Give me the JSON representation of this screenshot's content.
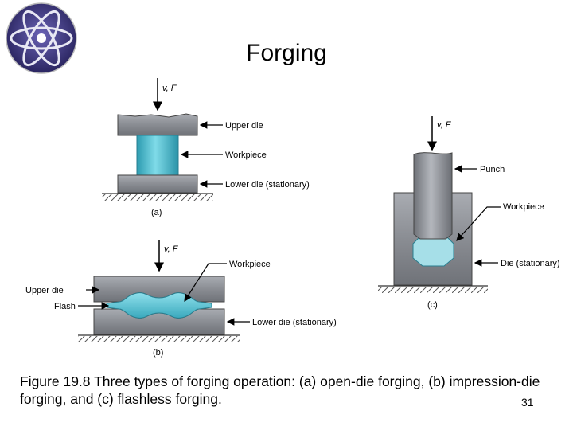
{
  "slide": {
    "title": "Forging",
    "logo_icon": "atom-icon",
    "caption": "Figure 19.8 Three types of forging operation: (a) open-die forging, (b) impression-die forging, and (c) flashless forging.",
    "slide_number": "31"
  },
  "diagram": {
    "a": {
      "force": "v, F",
      "upper_die": "Upper die",
      "workpiece": "Workpiece",
      "lower_die": "Lower die (stationary)",
      "sublabel": "(a)"
    },
    "b": {
      "force": "v, F",
      "workpiece": "Workpiece",
      "upper_die": "Upper die",
      "flash": "Flash",
      "lower_die": "Lower die (stationary)",
      "sublabel": "(b)"
    },
    "c": {
      "force": "v, F",
      "punch": "Punch",
      "workpiece": "Workpiece",
      "die": "Die (stationary)",
      "sublabel": "(c)"
    }
  },
  "colors": {
    "die_gray": "#8a8d93",
    "workpiece_blue": "#5ec6d6",
    "logo_bg": "#3a3478"
  }
}
